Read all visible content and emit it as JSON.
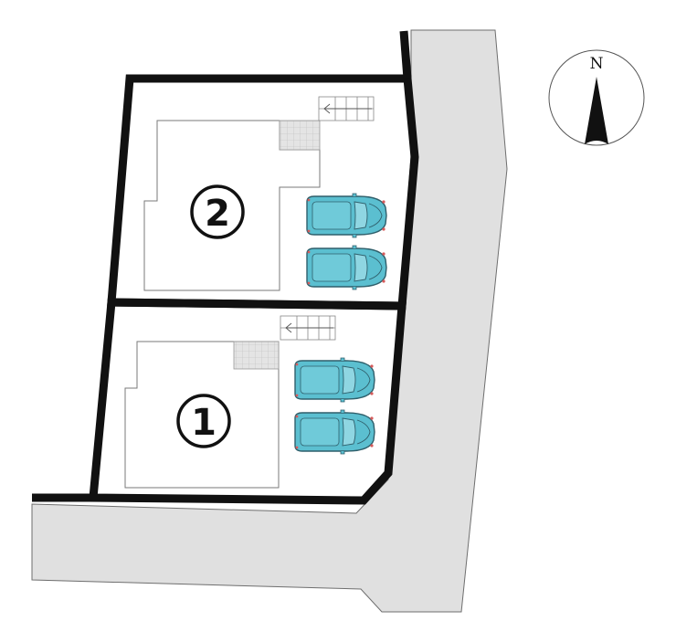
{
  "lots": [
    {
      "id": "lot-1",
      "label": "1",
      "parking_spaces": 2
    },
    {
      "id": "lot-2",
      "label": "2",
      "parking_spaces": 2
    }
  ],
  "compass": {
    "letter": "N"
  },
  "colors": {
    "road": "#e0e0e0",
    "road_edge": "#6e6e6e",
    "boundary": "#111111",
    "car_body": "#5bbfd0",
    "car_glass": "#8fd6e2",
    "car_outline": "#2f5f6b",
    "tile": "#e4e4e4"
  }
}
